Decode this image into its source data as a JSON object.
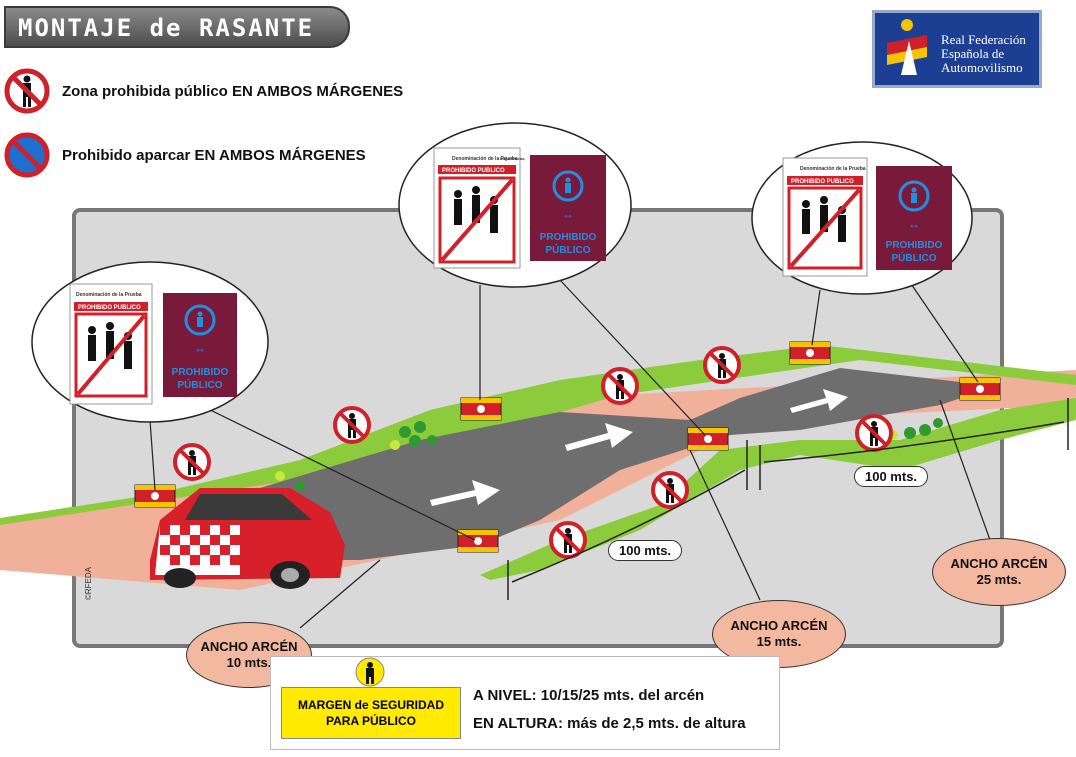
{
  "title": "MONTAJE de RASANTE",
  "logo": {
    "line1": "Real Federación",
    "line2": "Española de",
    "line3": "Automovilismo"
  },
  "legend": [
    {
      "icon": "no-pedestrian-icon",
      "text": "Zona prohibida público EN AMBOS MÁRGENES"
    },
    {
      "icon": "no-parking-icon",
      "text": "Prohibido aparcar EN AMBOS MÁRGENES"
    }
  ],
  "sign": {
    "header": "Denominación de la Prueba",
    "logo_label": "Logo Prueba",
    "banner": "PROHIBIDO PUBLICO",
    "blue_line1": "PROHIBIDO",
    "blue_line2": "PÚBLICO"
  },
  "callouts": [
    {
      "line1": "ANCHO ARCÉN",
      "line2": "10 mts."
    },
    {
      "line1": "ANCHO ARCÉN",
      "line2": "15 mts."
    },
    {
      "line1": "ANCHO ARCÉN",
      "line2": "25 mts."
    }
  ],
  "distances": [
    "100 mts.",
    "100 mts."
  ],
  "safety": {
    "box_line1": "MARGEN de SEGURIDAD",
    "box_line2": "PARA PÚBLICO",
    "line1": "A NIVEL: 10/15/25 mts. del arcén",
    "line2": "EN ALTURA: más de 2,5 mts. de altura"
  },
  "copyright": "©RFEDA",
  "colors": {
    "road": "#6e6e6e",
    "grass": "#8ccc3c",
    "shoulder": "#f0b09a",
    "background_panel": "#d9d9d9",
    "sign_red": "#d0202a",
    "sign_blue_bg": "#7a1a3a",
    "sign_blue": "#1f8fe0",
    "logo_blue": "#1d3f93"
  }
}
